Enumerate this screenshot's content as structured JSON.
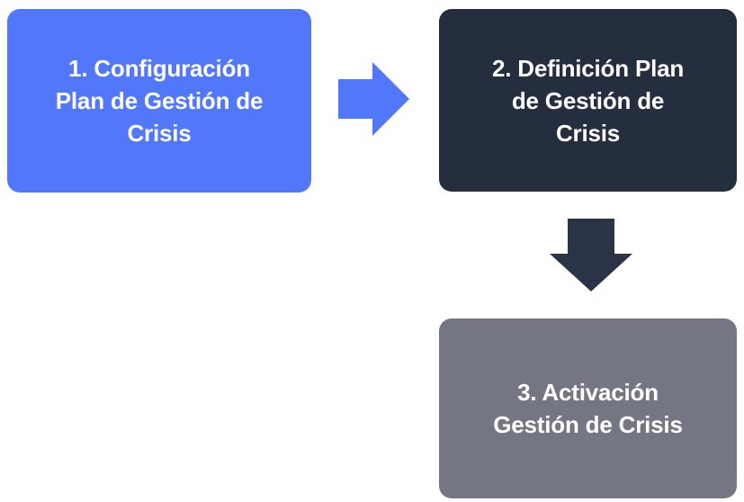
{
  "diagram": {
    "type": "flowchart",
    "background": "#ffffff",
    "nodes": [
      {
        "id": "step-1",
        "label": "1. Configuración\nPlan de Gestión de\nCrisis",
        "color": "#5177fb",
        "text_color": "#ffffff",
        "shape": "rounded-rectangle"
      },
      {
        "id": "step-2",
        "label": "2. Definición Plan\nde Gestión de\nCrisis",
        "color": "#242e3e",
        "text_color": "#ffffff",
        "shape": "rounded-rectangle"
      },
      {
        "id": "step-3",
        "label": "3. Activación\nGestión de Crisis",
        "color": "#757684",
        "text_color": "#ffffff",
        "shape": "rounded-rectangle"
      }
    ],
    "connectors": [
      {
        "id": "arrow-1-2",
        "from": "step-1",
        "to": "step-2",
        "direction": "right",
        "color": "#5177fb"
      },
      {
        "id": "arrow-2-3",
        "from": "step-2",
        "to": "step-3",
        "direction": "down",
        "color": "#2a3446"
      }
    ]
  }
}
